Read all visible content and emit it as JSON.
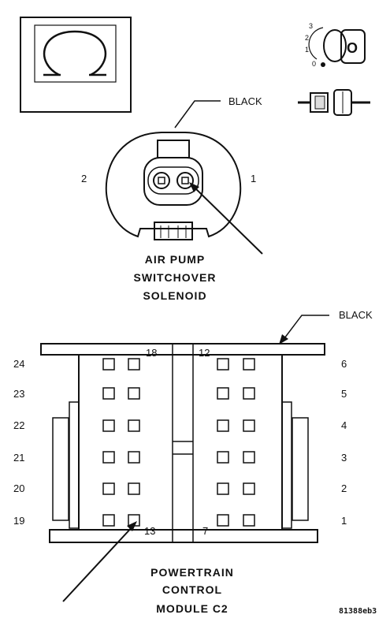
{
  "labels": {
    "black_top": "BLACK",
    "black_bottom": "BLACK",
    "pin_left_top": "2",
    "pin_right_top": "1",
    "top_title": [
      "AIR PUMP",
      "SWITCHOVER",
      "SOLENOID"
    ],
    "bottom_title": [
      "POWERTRAIN",
      "CONTROL",
      "MODULE C2"
    ],
    "code": "81388eb3",
    "key_positions": [
      "3",
      "2",
      "1",
      "0"
    ],
    "key_letter": "O"
  },
  "pcm_pins": {
    "left": [
      "24",
      "23",
      "22",
      "21",
      "20",
      "19"
    ],
    "right": [
      "6",
      "5",
      "4",
      "3",
      "2",
      "1"
    ],
    "inner": [
      "18",
      "12",
      "13",
      "7"
    ]
  }
}
